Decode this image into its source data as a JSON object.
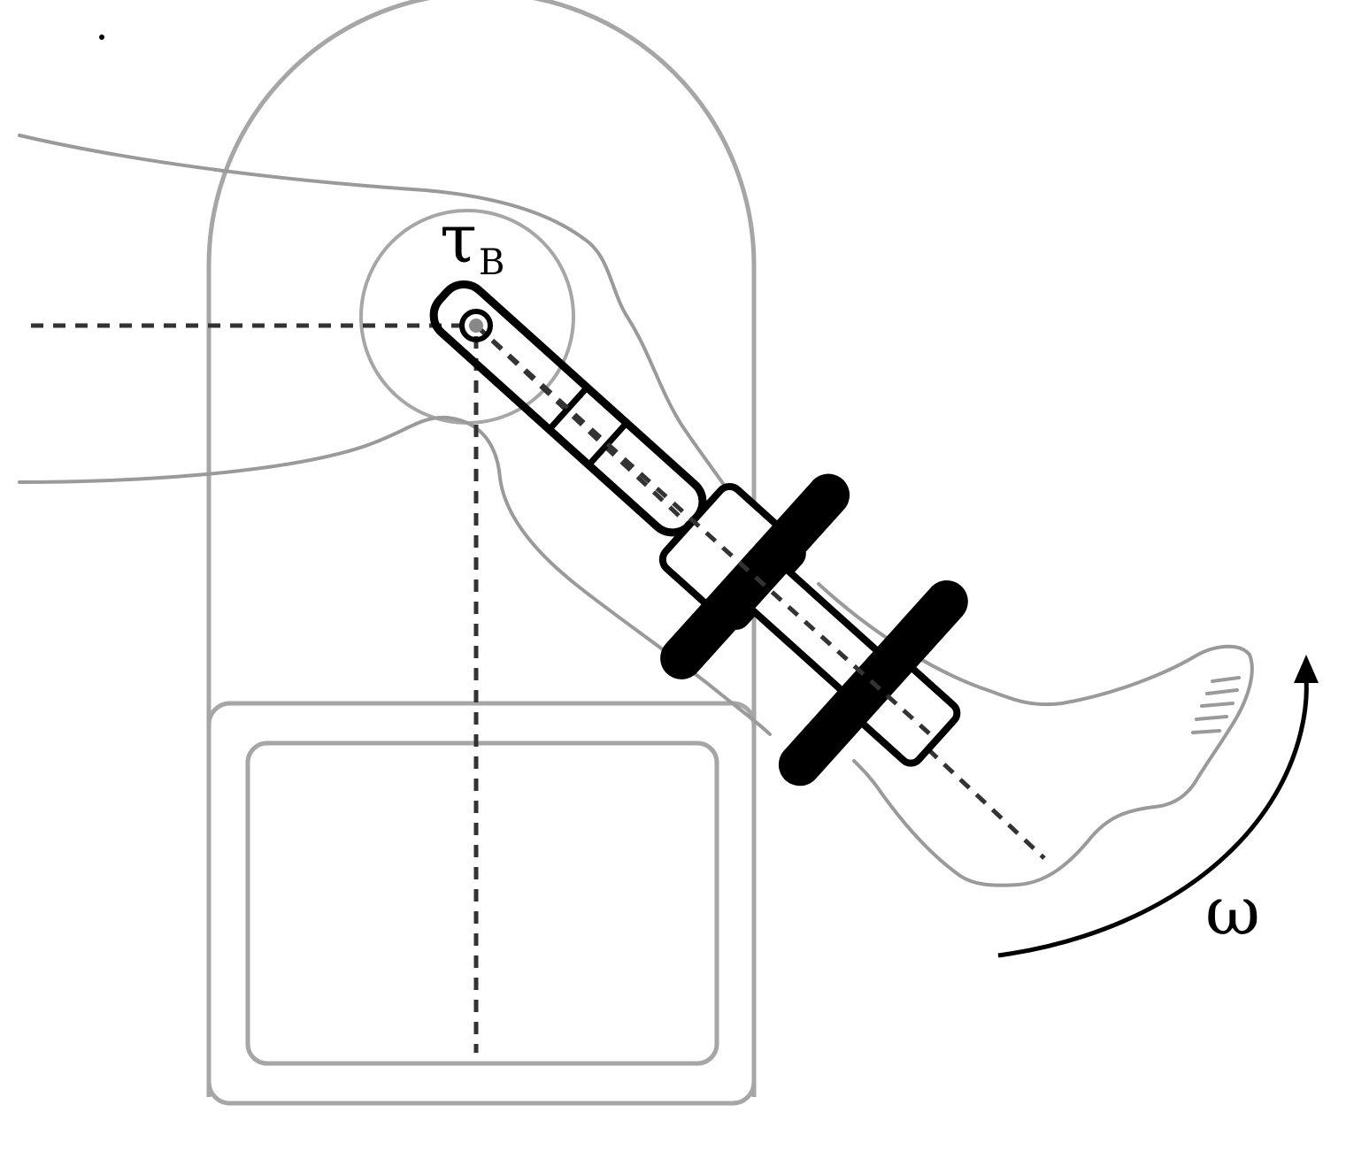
{
  "labels": {
    "tau_symbol": "τ",
    "tau_subscript": "B",
    "omega": "ω"
  },
  "colors": {
    "outline_gray": "#a6a6a6",
    "leg_gray": "#9a9a9a",
    "ink": "#000000",
    "dash": "#333333"
  }
}
